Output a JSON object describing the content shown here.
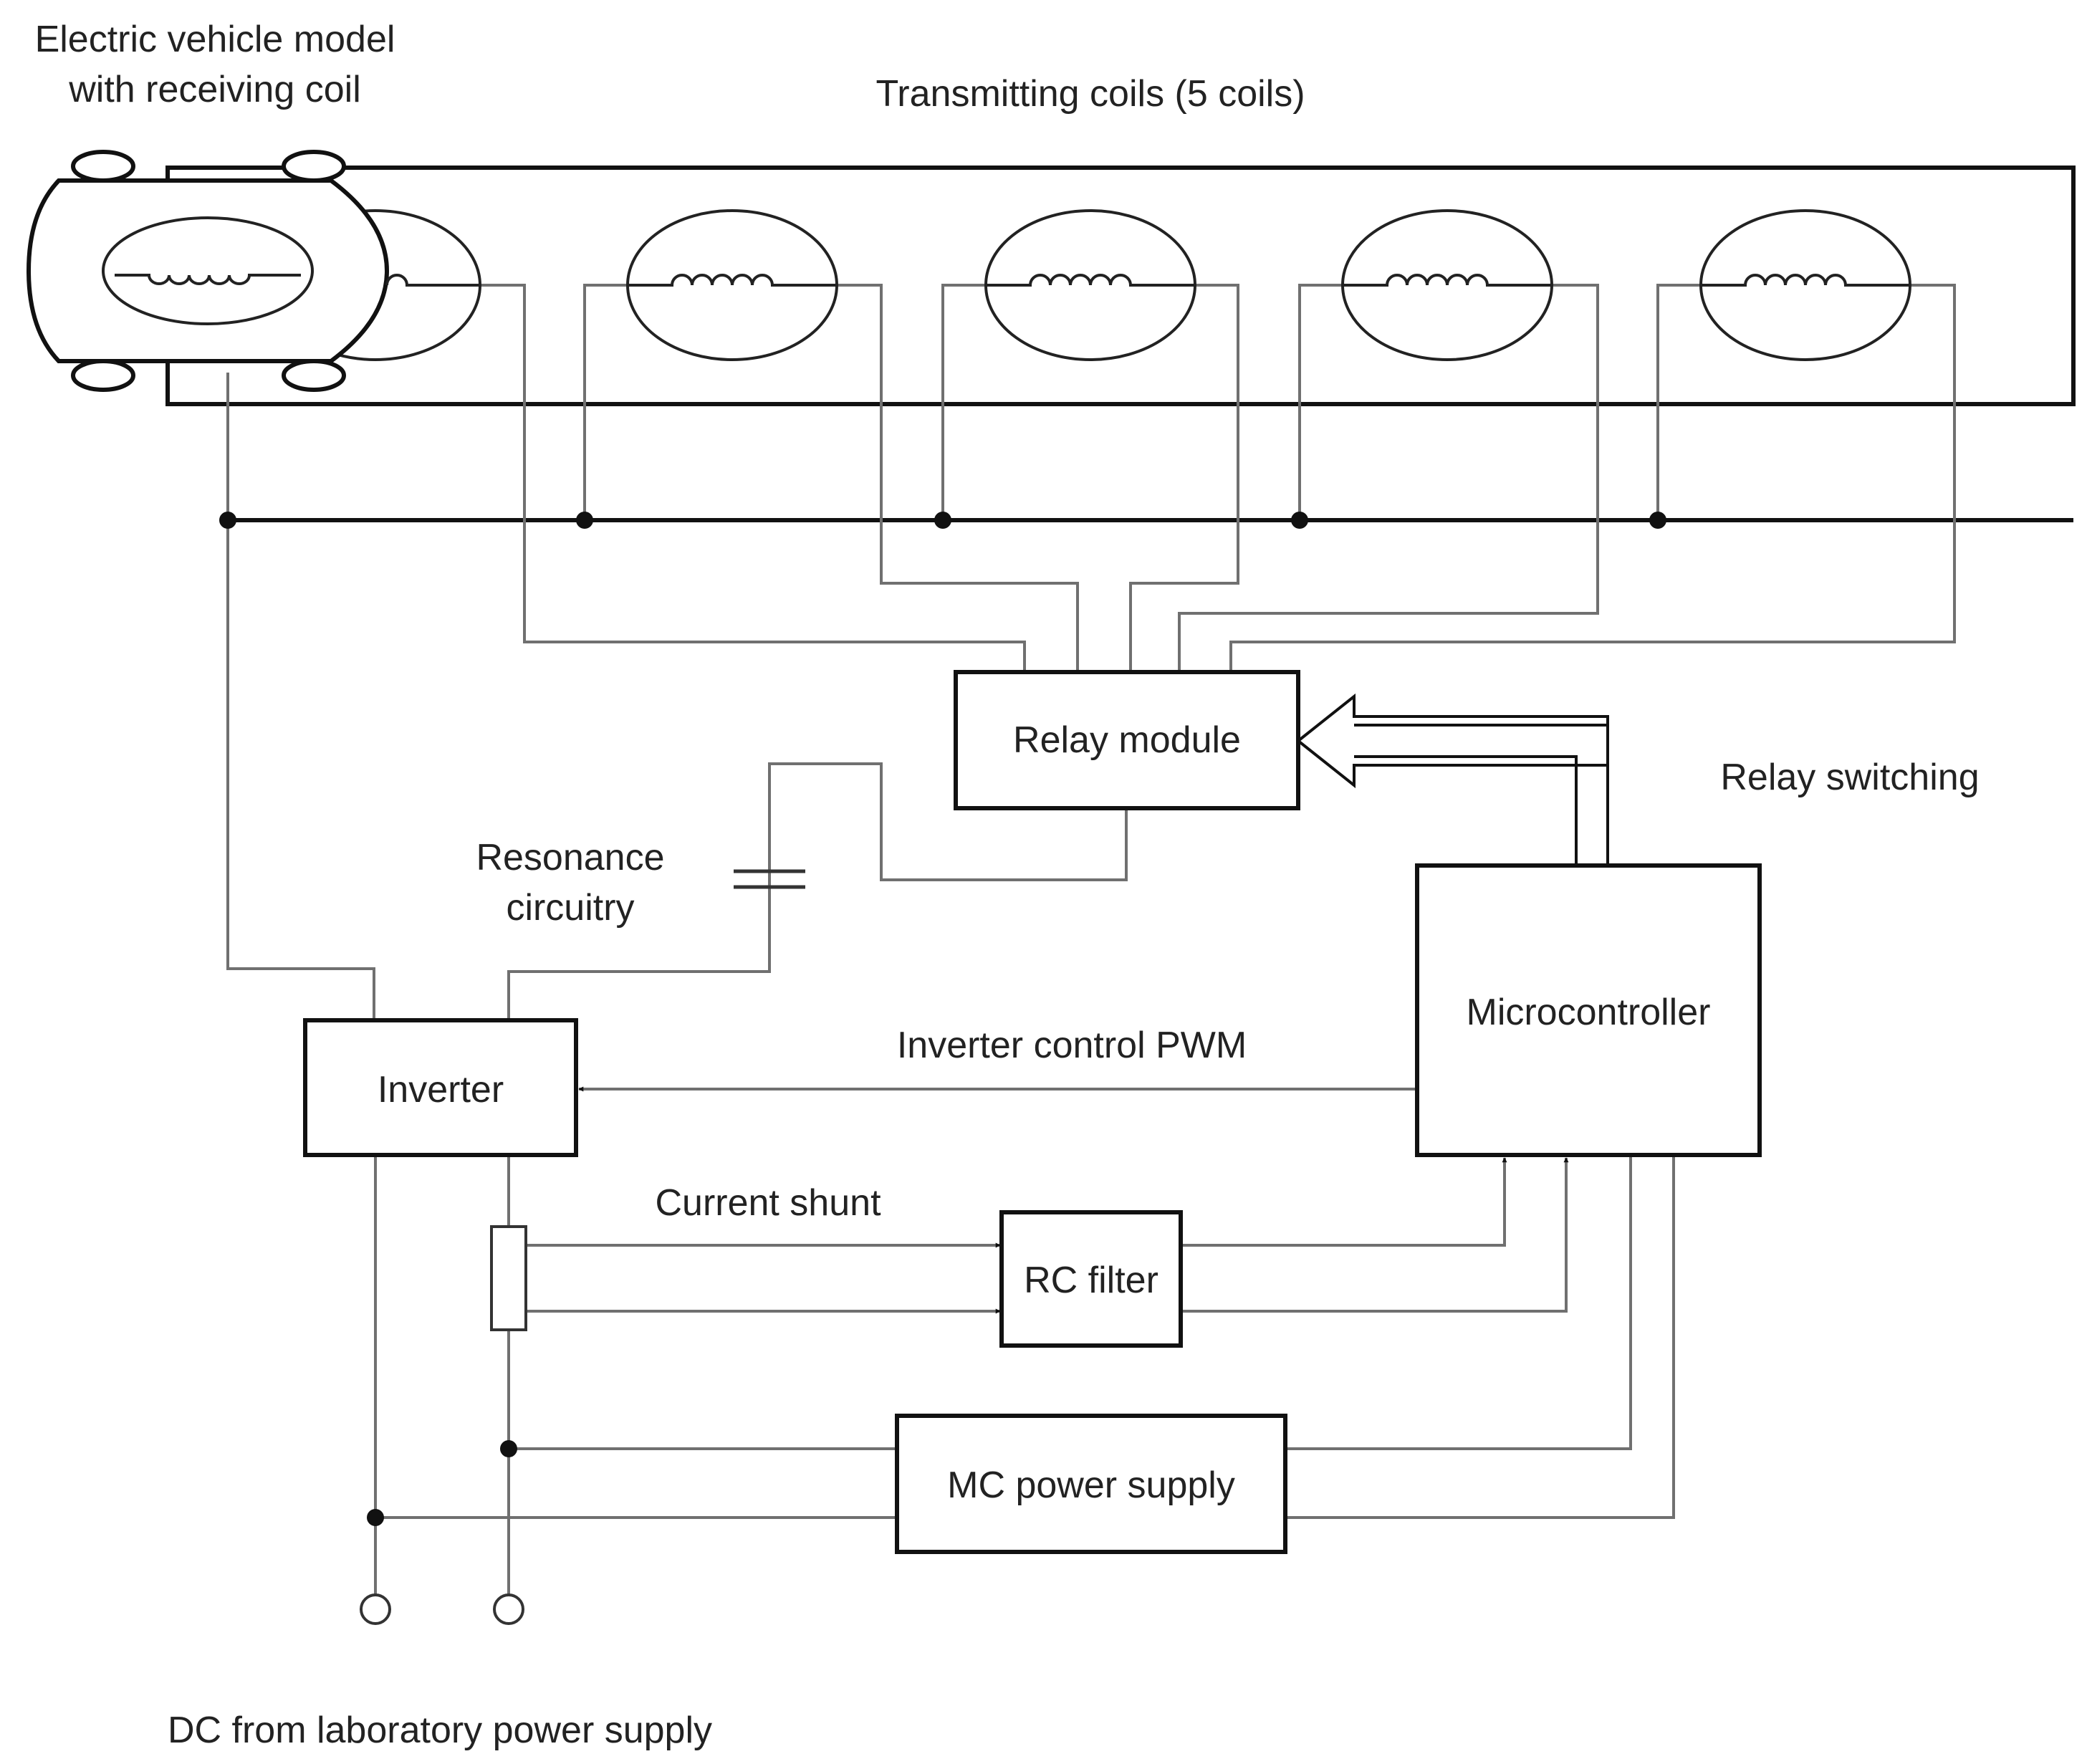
{
  "labels": {
    "ev_model": "Electric vehicle model",
    "ev_coil": "with receiving coil",
    "transmitting": "Transmitting coils (5 coils)",
    "relay_switching": "Relay switching",
    "resonance_1": "Resonance",
    "resonance_2": "circuitry",
    "pwm": "Inverter control PWM",
    "shunt": "Current shunt",
    "dc_supply": "DC from laboratory power supply"
  },
  "blocks": {
    "relay": "Relay module",
    "micro": "Microcontroller",
    "inverter": "Inverter",
    "rc": "RC filter",
    "mcps": "MC power supply"
  },
  "coil_count": 5
}
